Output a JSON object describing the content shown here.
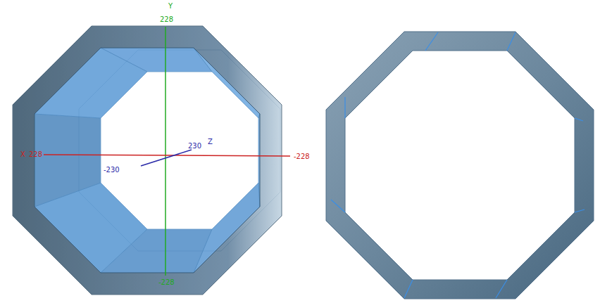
{
  "diagram": {
    "labels": [
      "Y",
      "228",
      "-228",
      "X",
      "228",
      "-228",
      "230",
      "Z",
      "-230"
    ]
  }
}
